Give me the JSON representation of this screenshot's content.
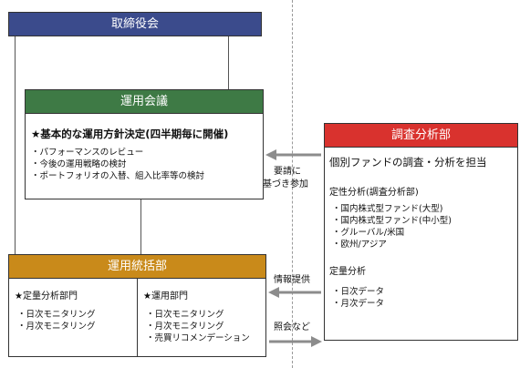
{
  "board": {
    "title": "取締役会"
  },
  "committee": {
    "title": "運用会議",
    "heading": "★基本的な運用方針決定(四半期毎に開催)",
    "items": [
      "・パフォーマンスのレビュー",
      "・今後の運用戦略の検討",
      "・ポートフォリオの入替、組入比率等の検討"
    ]
  },
  "research": {
    "title": "調査分析部",
    "subtitle": "個別ファンドの調査・分析を担当",
    "qualitative": {
      "heading": "定性分析(調査分析部)",
      "items": [
        "・国内株式型ファンド(大型)",
        "・国内株式型ファンド(中小型)",
        "・グルーバル/米国",
        "・欧州/アジア"
      ]
    },
    "quantitative": {
      "heading": "定量分析",
      "items": [
        "・日次データ",
        "・月次データ"
      ]
    }
  },
  "control": {
    "title": "運用統括部",
    "quant_dept": {
      "heading": "★定量分析部門",
      "items": [
        "・日次モニタリング",
        "・月次モニタリング"
      ]
    },
    "ops_dept": {
      "heading": "★運用部門",
      "items": [
        "・日次モニタリング",
        "・月次モニタリング",
        "・売買リコメンデーション"
      ]
    }
  },
  "arrows": {
    "request": [
      "要請に",
      "基づき参加"
    ],
    "info": "情報提供",
    "inquiry": "照会など"
  },
  "colors": {
    "board": "#3b4b8c",
    "committee": "#3e7a45",
    "research": "#d9322e",
    "control": "#c98a1a",
    "arrow": "#8c8c8c"
  }
}
